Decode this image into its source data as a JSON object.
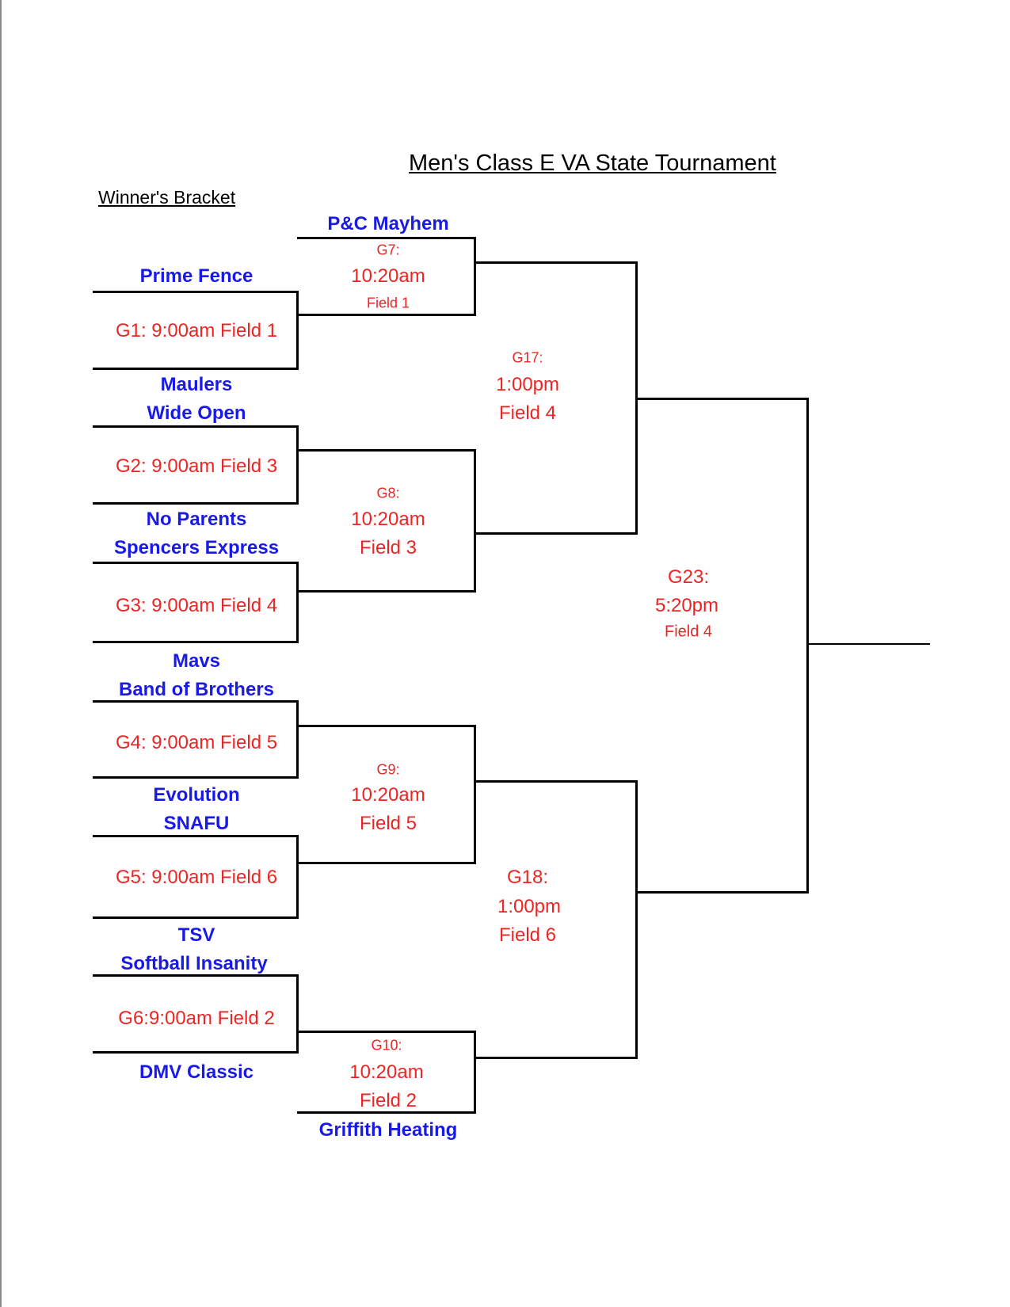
{
  "title": "Men's Class E VA State Tournament",
  "subtitle": "Winner's Bracket",
  "colors": {
    "team": "#1a1ae6",
    "game": "#ee2424",
    "line": "#000000"
  },
  "teams": {
    "pc_mayhem": "P&C Mayhem",
    "prime_fence": "Prime Fence",
    "maulers": "Maulers",
    "wide_open": "Wide Open",
    "no_parents": "No Parents",
    "spencers_express": "Spencers Express",
    "mavs": "Mavs",
    "band_of_brothers": "Band of Brothers",
    "evolution": "Evolution",
    "snafu": "SNAFU",
    "tsv": "TSV",
    "softball_insanity": "Softball Insanity",
    "dmv_classic": "DMV Classic",
    "griffith_heating": "Griffith Heating"
  },
  "games": {
    "g1": "G1: 9:00am Field 1",
    "g2": "G2: 9:00am Field 3",
    "g3": "G3: 9:00am Field 4",
    "g4": "G4: 9:00am Field 5",
    "g5": "G5: 9:00am Field 6",
    "g6": "G6:9:00am Field 2",
    "g7": {
      "name": "G7:",
      "time": "10:20am",
      "field": "Field 1"
    },
    "g8": {
      "name": "G8:",
      "time": "10:20am",
      "field": "Field 3"
    },
    "g9": {
      "name": "G9:",
      "time": "10:20am",
      "field": "Field 5"
    },
    "g10": {
      "name": "G10:",
      "time": "10:20am",
      "field": "Field 2"
    },
    "g17": {
      "name": "G17:",
      "time": "1:00pm",
      "field": "Field 4"
    },
    "g18": {
      "name": "G18:",
      "time": "1:00pm",
      "field": "Field 6"
    },
    "g23": {
      "name": "G23:",
      "time": "5:20pm",
      "field": "Field 4"
    }
  }
}
